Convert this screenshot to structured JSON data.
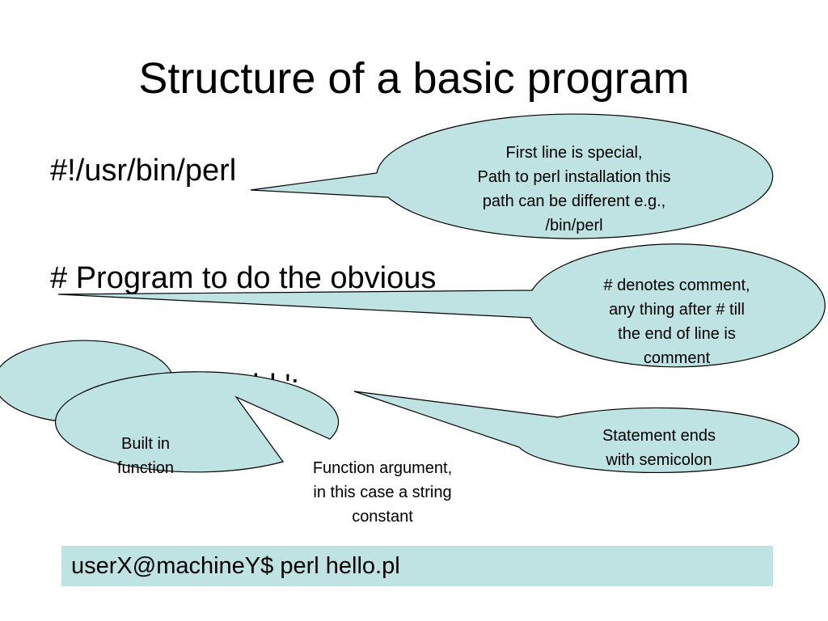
{
  "slide": {
    "title": "Structure of a basic program"
  },
  "code": {
    "shebang": "#!/usr/bin/perl",
    "comment": "# Program to do the obvious",
    "print": "print 'Hello world.';"
  },
  "callouts": {
    "shebang": "First line is special,\nPath to perl installation this\npath can be different e.g.,\n/bin/perl",
    "comment": "# denotes comment,\nany thing after # till\nthe end of line is\ncomment",
    "semicolon": "Statement ends\nwith semicolon",
    "builtin": "Built in\nfunction",
    "argument": "Function argument,\nin this case a string\nconstant"
  },
  "terminal": {
    "command": "userX@machineY$ perl hello.pl"
  },
  "colors": {
    "bubble_fill": "#bfe3e3",
    "terminal_background": "#bfe3e3"
  }
}
